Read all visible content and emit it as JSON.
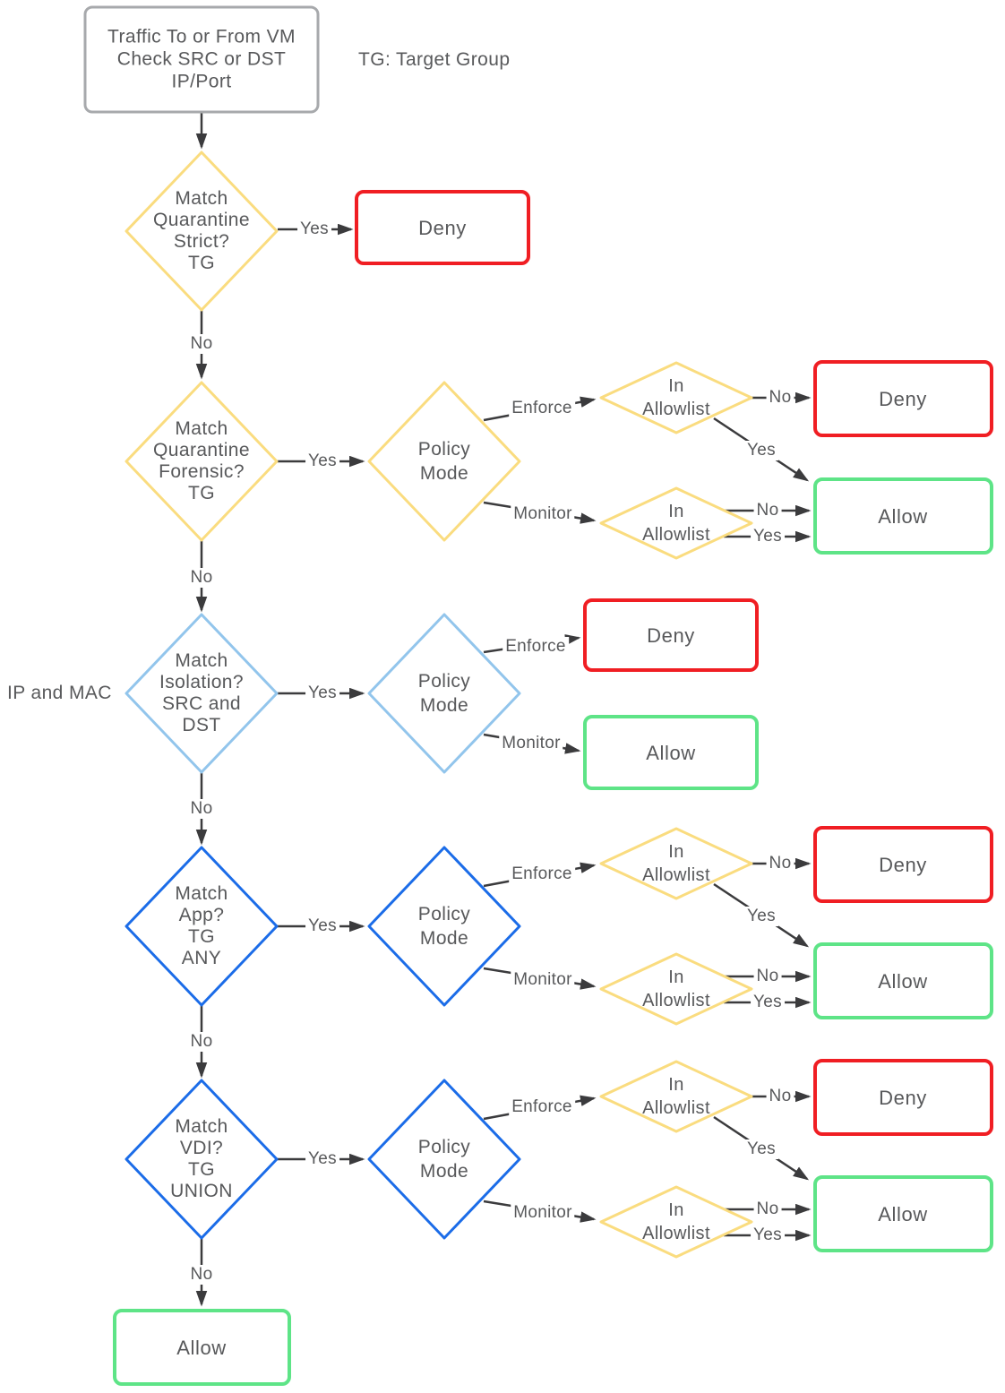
{
  "legend": {
    "tg": "TG: Target Group"
  },
  "annotations": {
    "ip_mac": "IP and MAC"
  },
  "start": {
    "lines": [
      "Traffic To or From VM",
      "Check SRC or DST",
      "IP/Port"
    ]
  },
  "decisions": {
    "quarantine_strict": {
      "lines": [
        "Match",
        "Quarantine",
        "Strict?",
        "TG"
      ]
    },
    "quarantine_forensic": {
      "lines": [
        "Match",
        "Quarantine",
        "Forensic?",
        "TG"
      ]
    },
    "isolation": {
      "lines": [
        "Match",
        "Isolation?",
        "SRC and",
        "DST"
      ]
    },
    "app": {
      "lines": [
        "Match",
        "App?",
        "TG",
        "ANY"
      ]
    },
    "vdi": {
      "lines": [
        "Match",
        "VDI?",
        "TG",
        "UNION"
      ]
    }
  },
  "policy_mode": {
    "lines": [
      "Policy",
      "Mode"
    ]
  },
  "in_allowlist": {
    "lines": [
      "In",
      "Allowlist"
    ]
  },
  "outcomes": {
    "deny": "Deny",
    "allow": "Allow"
  },
  "edge_labels": {
    "yes": "Yes",
    "no": "No",
    "enforce": "Enforce",
    "monitor": "Monitor"
  },
  "colors": {
    "yellow": "#FADC7F",
    "lightblue": "#92C5EC",
    "blue": "#1B6CE8",
    "red": "#F01E23",
    "green": "#5EE487",
    "gray": "#A7A9AC",
    "text": "#58595B",
    "arrow": "#3B3B3D"
  }
}
